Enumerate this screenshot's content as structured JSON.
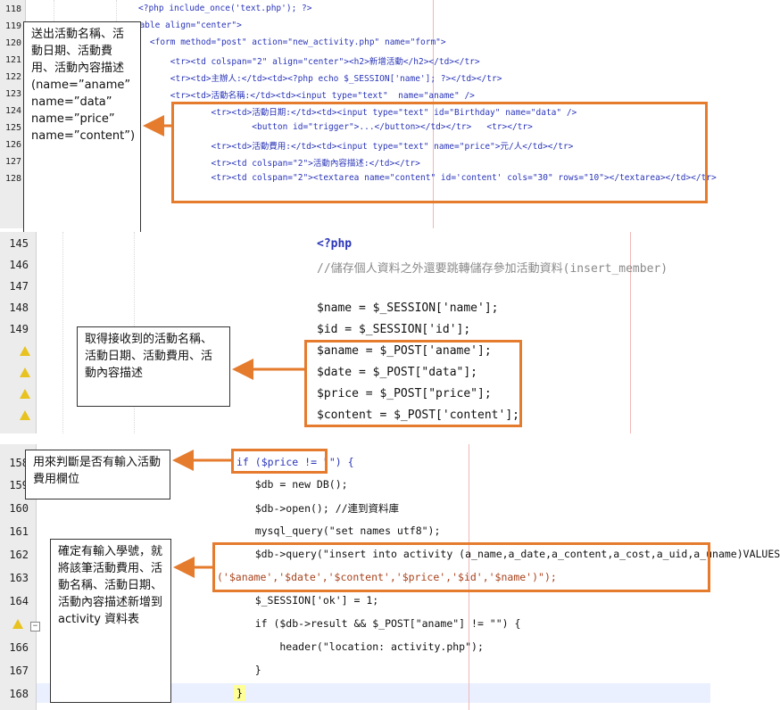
{
  "panel1": {
    "lines": [
      {
        "n": "118",
        "code": "<?php include_once('text.php'); ?>"
      },
      {
        "n": "119",
        "code": "<table align=\"center\">"
      },
      {
        "n": "120",
        "code": "    <form method=\"post\" action=\"new_activity.php\" name=\"form\">"
      },
      {
        "n": "121",
        "code": "        <tr><td colspan=\"2\" align=\"center\"><h2>新增活動</h2></td></tr>"
      },
      {
        "n": "122",
        "code": "        <tr><td>主辦人:</td><td><?php echo $_SESSION['name']; ?></td></tr>"
      },
      {
        "n": "123",
        "code": "        <tr><td>活動名稱:</td><td><input type=\"text\"  name=\"aname\" />"
      },
      {
        "n": "124",
        "code": "                <tr><td>活動日期:</td><td><input type=\"text\" id=\"Birthday\" name=\"data\" />"
      },
      {
        "n": "125",
        "code": "                        <button id=\"trigger\">...</button></td></tr>   <tr></tr>"
      },
      {
        "n": "126",
        "code": "                <tr><td>活動費用:</td><td><input type=\"text\" name=\"price\">元/人</td></tr>"
      },
      {
        "n": "127",
        "code": "                <tr><td colspan=\"2\">活動內容描述:</td></tr>"
      },
      {
        "n": "128",
        "code": "                <tr><td colspan=\"2\"><textarea name=\"content\" id='content' cols=\"30\" rows=\"10\"></textarea></td></tr>"
      }
    ],
    "note": "送出活動名稱、活動日期、活動費用、活動內容描述\n(name=”aname”\nname=”data”\nname=”price”\nname=”content”)"
  },
  "panel2": {
    "lines": [
      {
        "n": "145",
        "code": "<?php"
      },
      {
        "n": "146",
        "code": "//儲存個人資料之外還要跳轉儲存參加活動資料(insert_member)"
      },
      {
        "n": "147",
        "code": ""
      },
      {
        "n": "148",
        "code": "$name = $_SESSION['name'];"
      },
      {
        "n": "149",
        "code": "$id = $_SESSION['id'];"
      },
      {
        "n": "",
        "code": "$aname = $_POST['aname'];"
      },
      {
        "n": "",
        "code": "$date = $_POST[\"data\"];"
      },
      {
        "n": "",
        "code": "$price = $_POST[\"price\"];"
      },
      {
        "n": "",
        "code": "$content = $_POST['content'];"
      }
    ],
    "note": "取得接收到的活動名稱、活動日期、活動費用、活動內容描述"
  },
  "panel3": {
    "lines": [
      {
        "n": "158",
        "code": "if ($price != \"\") {"
      },
      {
        "n": "159",
        "code": "    $db = new DB();"
      },
      {
        "n": "160",
        "code": "    $db->open(); //連到資料庫"
      },
      {
        "n": "161",
        "code": "    mysql_query(\"set names utf8\");"
      },
      {
        "n": "162",
        "code": "    $db->query(\"insert into activity (a_name,a_date,a_content,a_cost,a_uid,a_uname)VALUES"
      },
      {
        "n": "163",
        "code": "('$aname','$date','$content','$price','$id','$name')\");"
      },
      {
        "n": "164",
        "code": "    $_SESSION['ok'] = 1;"
      },
      {
        "n": "",
        "code": "    if ($db->result && $_POST[\"aname\"] != \"\") {"
      },
      {
        "n": "166",
        "code": "        header(\"location: activity.php\");"
      },
      {
        "n": "167",
        "code": "    }"
      },
      {
        "n": "168",
        "code": "}"
      }
    ],
    "note_top": "用來判斷是否有輸入活動費用欄位",
    "note_bottom": "確定有輸入學號，就將該筆活動費用、活動名稱、活動日期、活動內容描述新增到 activity 資料表"
  },
  "colors": {
    "accent": "#e57b2d",
    "tag": "#2a35b8",
    "string": "#a8421c",
    "comment": "#8a8a8a"
  }
}
